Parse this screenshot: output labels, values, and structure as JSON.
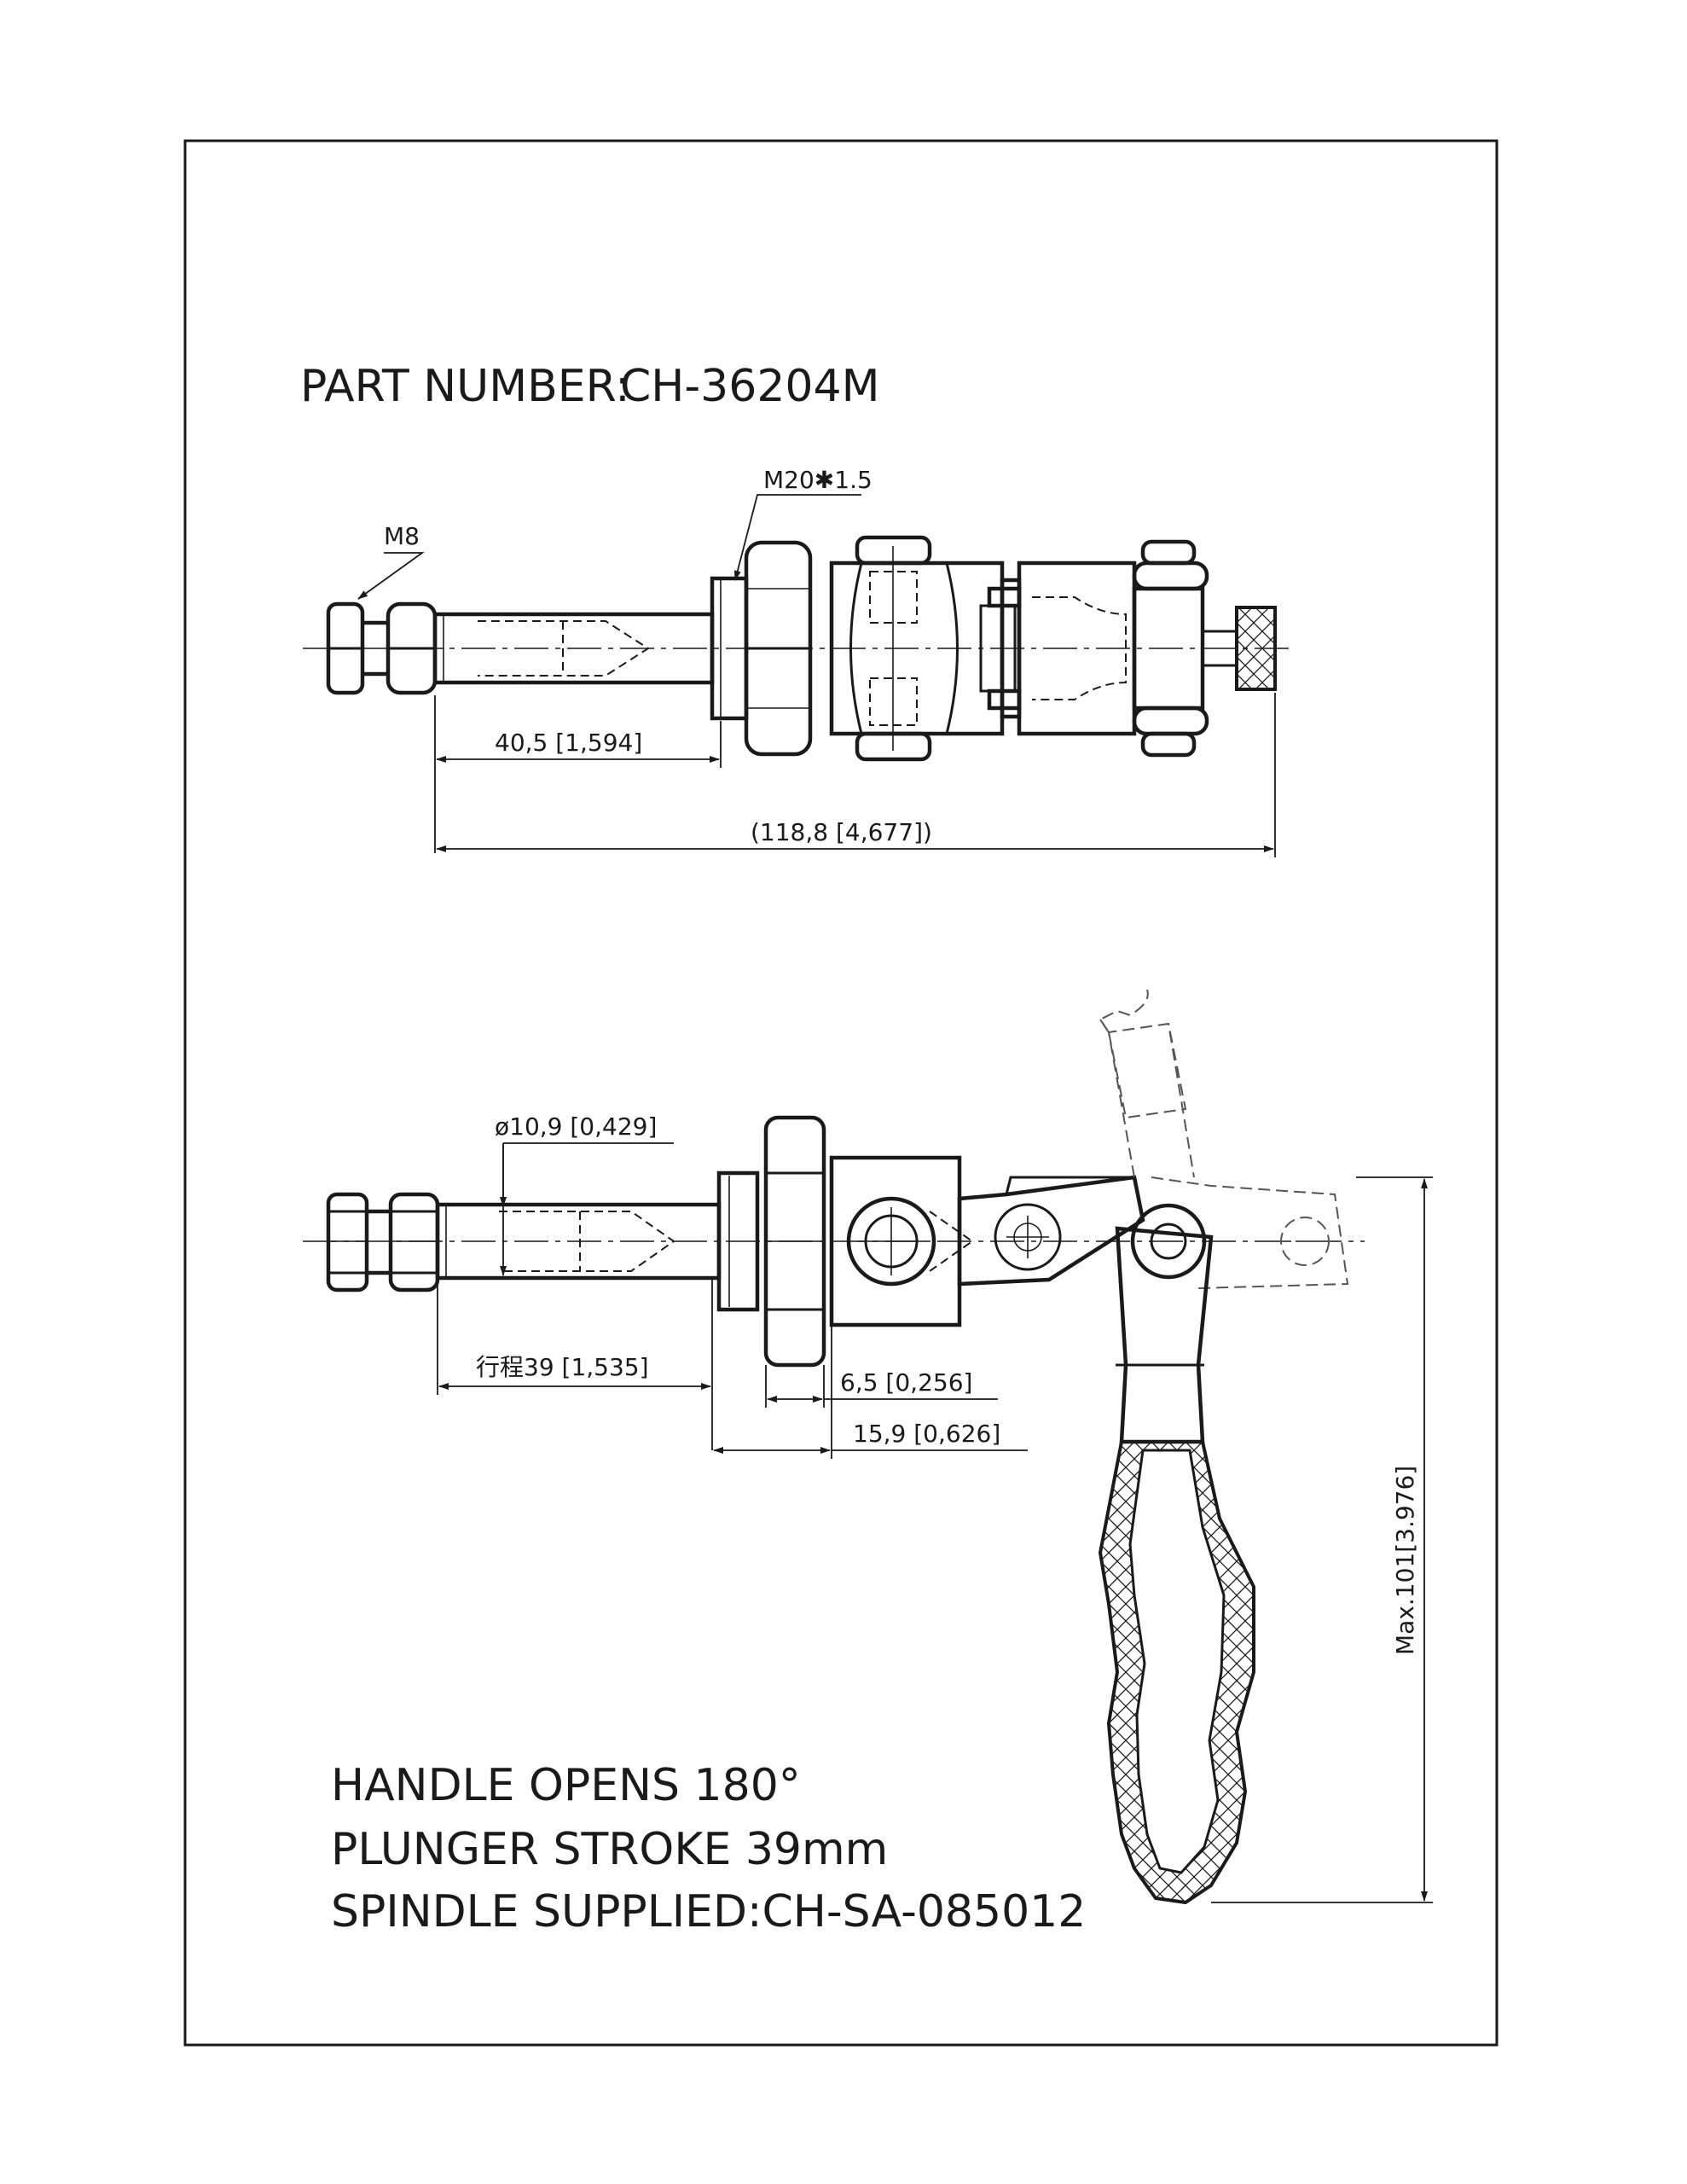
{
  "title": {
    "label": "PART NUMBER:",
    "part_number": "CH-36204M"
  },
  "top_view": {
    "thread_small": "M8",
    "thread_large": "M20✱1.5",
    "dim_plunger": "40,5 [1,594]",
    "dim_overall": "(118,8 [4,677])"
  },
  "side_view": {
    "dim_diameter": "ø10,9 [0,429]",
    "dim_stroke": "行程39 [1,535]",
    "dim_nut": "6,5 [0,256]",
    "dim_boss": "15,9 [0,626]",
    "dim_height": "Max.101[3.976]"
  },
  "notes": [
    "HANDLE OPENS 180°",
    "PLUNGER STROKE  39mm",
    "SPINDLE SUPPLIED:CH-SA-085012"
  ]
}
